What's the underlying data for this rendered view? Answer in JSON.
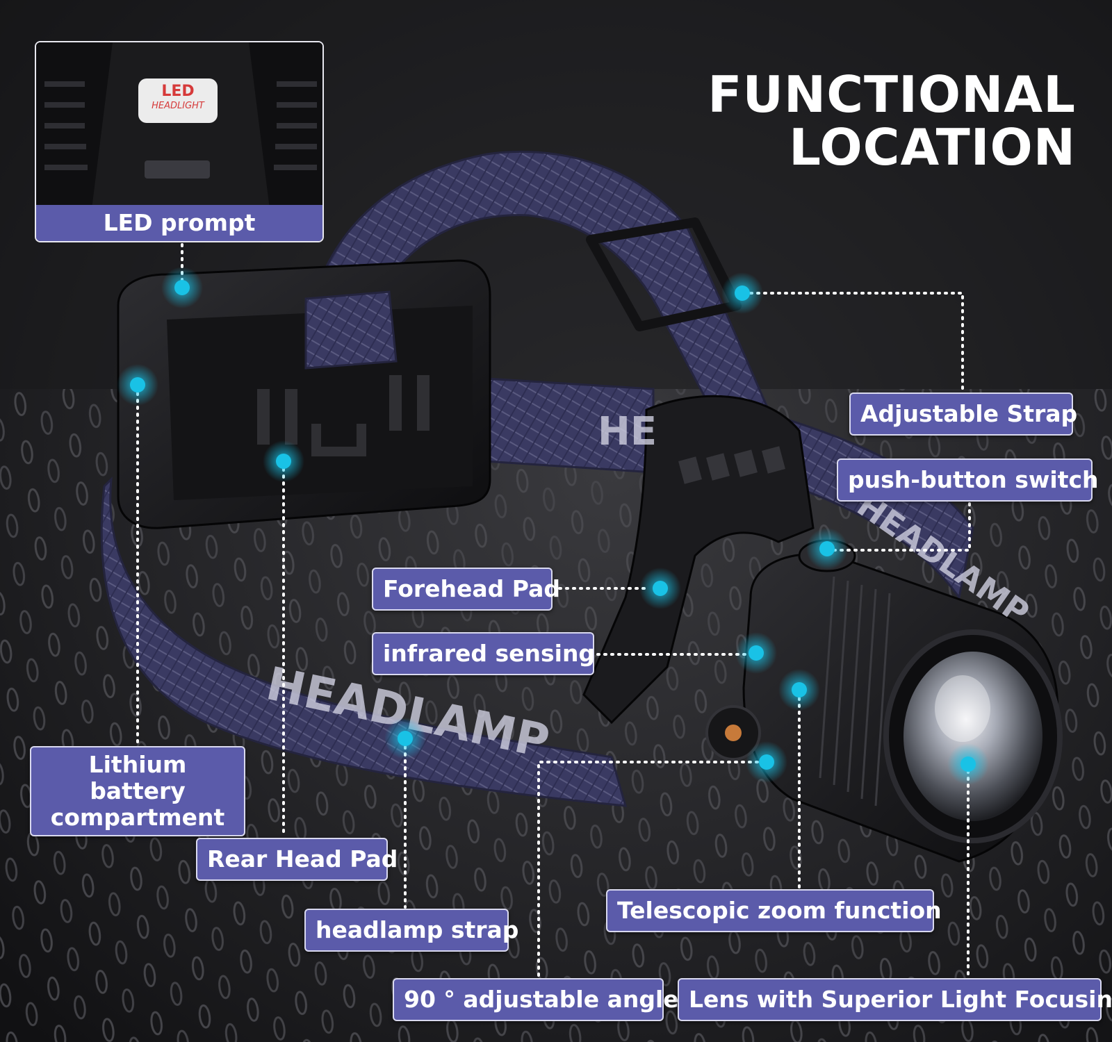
{
  "title": {
    "line1": "FUNCTIONAL",
    "line2": "LOCATION"
  },
  "inset": {
    "caption": "LED prompt",
    "badge_line1": "LED",
    "badge_line2": "HEADLIGHT"
  },
  "product_print": {
    "strap_text_1": "HEADLAMP",
    "strap_text_2": "HEADLAMP",
    "strap_text_3": "HE"
  },
  "callouts": {
    "adjustable_strap": "Adjustable Strap",
    "push_button_switch": "push-button switch",
    "forehead_pad": "Forehead Pad",
    "infrared_sensing": "infrared sensing",
    "lithium_battery_line1": "Lithium battery",
    "lithium_battery_line2": "compartment",
    "rear_head_pad": "Rear Head Pad",
    "headlamp_strap": "headlamp strap",
    "telescopic_zoom": "Telescopic zoom function",
    "adjustable_angle": "90 ° adjustable angle",
    "lens_focusing": "Lens with Superior Light Focusing"
  },
  "colors": {
    "label_bg": "#5b5baa",
    "marker": "#19c2e6",
    "strap": "#3d3d63",
    "background": "#161618"
  }
}
